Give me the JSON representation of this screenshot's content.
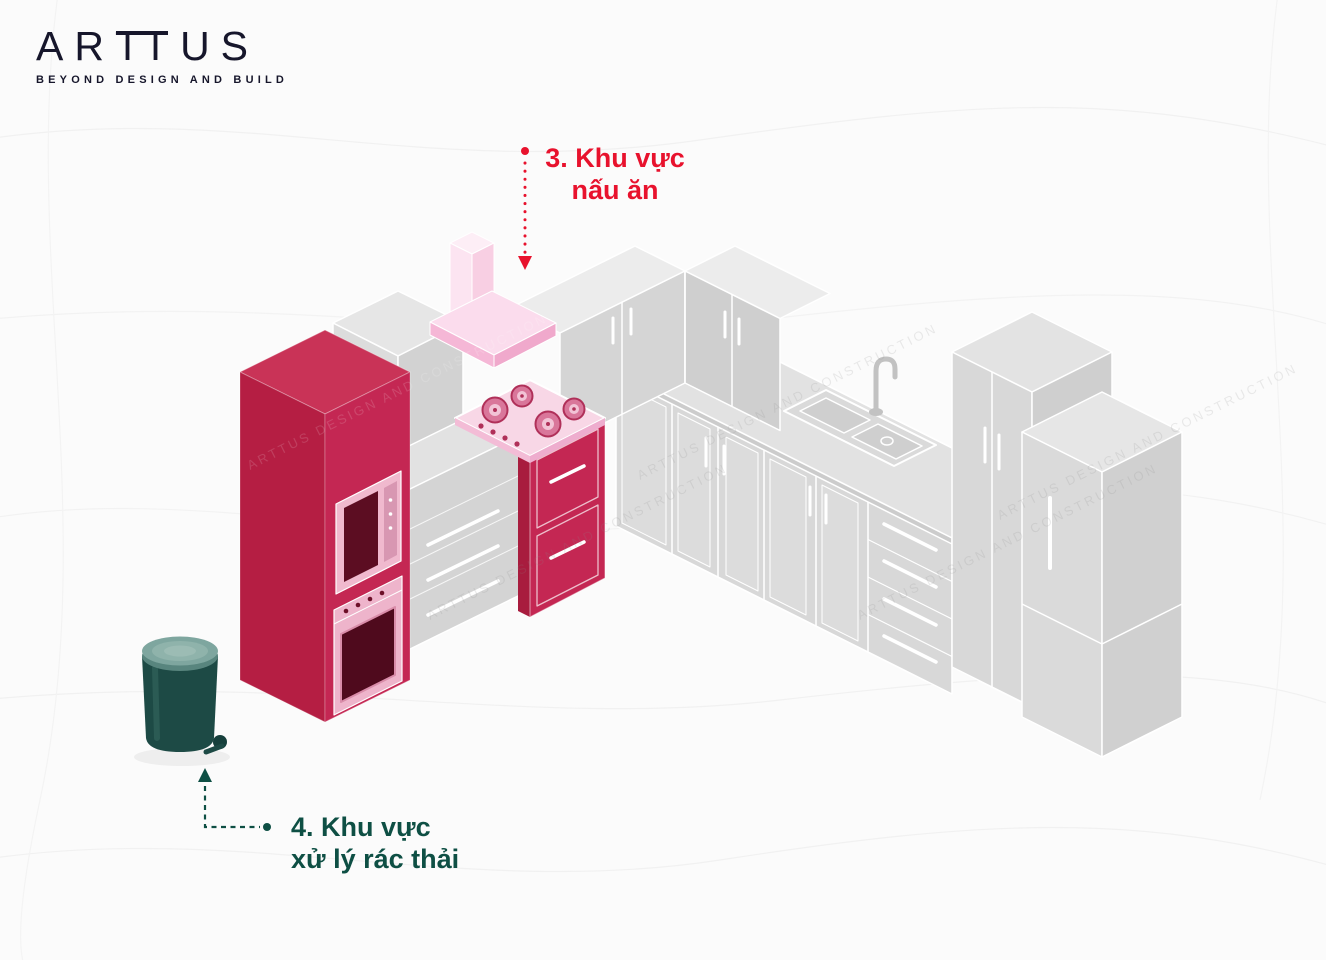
{
  "brand": {
    "wordmark_pre": "AR",
    "wordmark_liga": "TT",
    "wordmark_post": "US",
    "tagline": "BEYOND DESIGN AND BUILD"
  },
  "watermark": {
    "text": "ARTTUS DESIGN AND CONSTRUCTION"
  },
  "labels": {
    "cooking_zone": {
      "line1": "3. Khu vực",
      "line2": "nấu ăn"
    },
    "waste_zone": {
      "line1": "4. Khu vực",
      "line2": "xử lý rác thải"
    }
  },
  "colors": {
    "accent_red": "#e8122d",
    "accent_teal": "#0e4f44",
    "brand_ink": "#16162b",
    "background": "#fbfbfb",
    "cabinet_gray": "#d8d8d8",
    "cabinet_gray_dark": "#cfcfcf",
    "cabinet_gray_top": "#e6e6e6",
    "cabinet_red": "#c42753",
    "cabinet_red_dark": "#b51e43",
    "highlight_pink": "#f8d7e6",
    "bin_teal": "#1d4a45"
  },
  "illustration": {
    "scene_objects": [
      "tall-oven-cabinet",
      "microwave",
      "oven",
      "range-hood",
      "cooktop",
      "drawer-unit",
      "upper-cabinets",
      "countertop",
      "sink",
      "faucet",
      "base-cabinets",
      "drawer-stack",
      "tall-cabinet",
      "refrigerator",
      "trash-bin"
    ]
  }
}
